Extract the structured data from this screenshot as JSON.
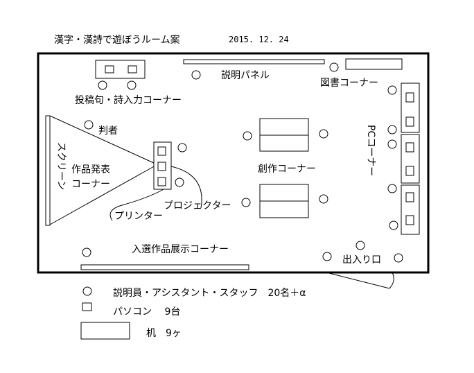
{
  "title": "漢字・漢詩で遊ぼうルーム案",
  "date": "2015. 12. 24",
  "labels": {
    "explanation_panel": "説明パネル",
    "library_corner": "図書コーナー",
    "submission_corner": "投稿句・詩入力コーナー",
    "judge": "判者",
    "screen": "スクリーン",
    "presentation_corner_line1": "作品発表",
    "presentation_corner_line2": "コーナー",
    "creation_corner": "創作コーナー",
    "pc_corner": "PCコーナー",
    "printer": "プリンター",
    "projector": "プロジェクター",
    "selected_works_corner": "入選作品展示コーナー",
    "entrance": "出入り口"
  },
  "legend": {
    "staff": "説明員・アシスタント・スタッフ　20名＋α",
    "pc": "パソコン　 9台",
    "desk": "机　9ヶ"
  }
}
